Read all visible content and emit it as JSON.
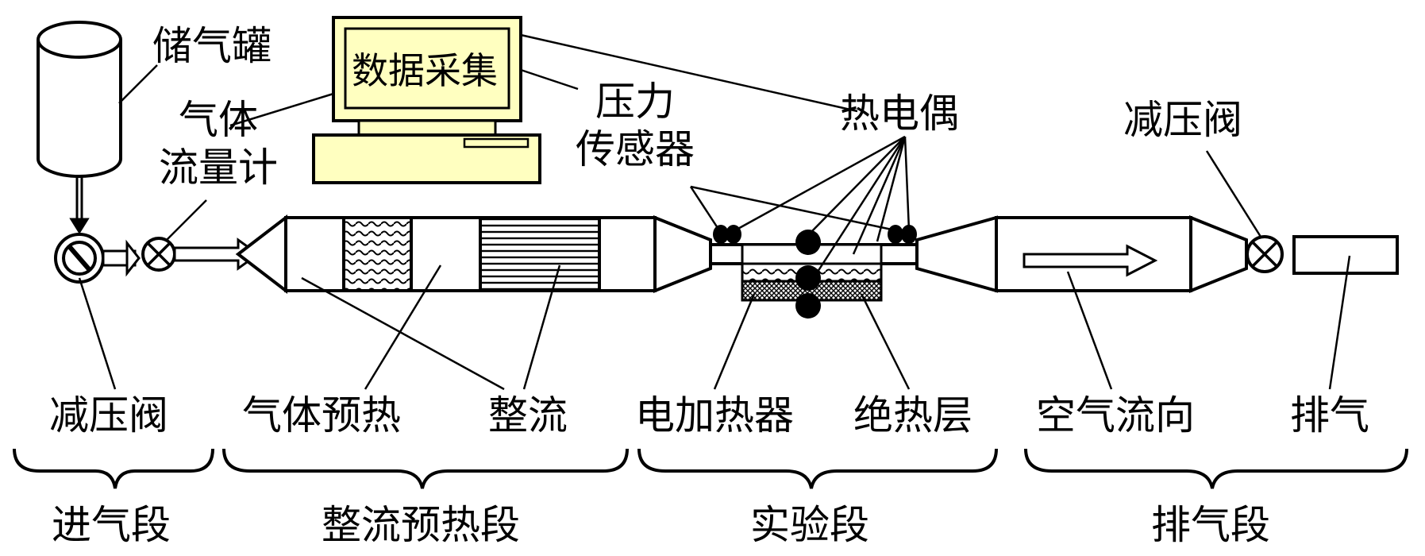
{
  "labels": {
    "storage_tank": "储气罐",
    "data_acquisition": "数据采集",
    "pressure_sensor_line1": "压力",
    "pressure_sensor_line2": "传感器",
    "thermocouple": "热电偶",
    "flowmeter_line1": "气体",
    "flowmeter_line2": "流量计",
    "reducing_valve_top": "减压阀",
    "reducing_valve_bottom": "减压阀",
    "gas_preheat": "气体预热",
    "flow_straightener": "整流",
    "electric_heater": "电加热器",
    "insulation_layer": "绝热层",
    "airflow_direction": "空气流向",
    "exhaust": "排气"
  },
  "sections": {
    "intake": "进气段",
    "straighten_preheat": "整流预热段",
    "experiment": "实验段",
    "exhaust": "排气段"
  },
  "colors": {
    "monitor_screen": "#ffffc0",
    "computer_body": "#ffffc0",
    "line": "#000000"
  }
}
